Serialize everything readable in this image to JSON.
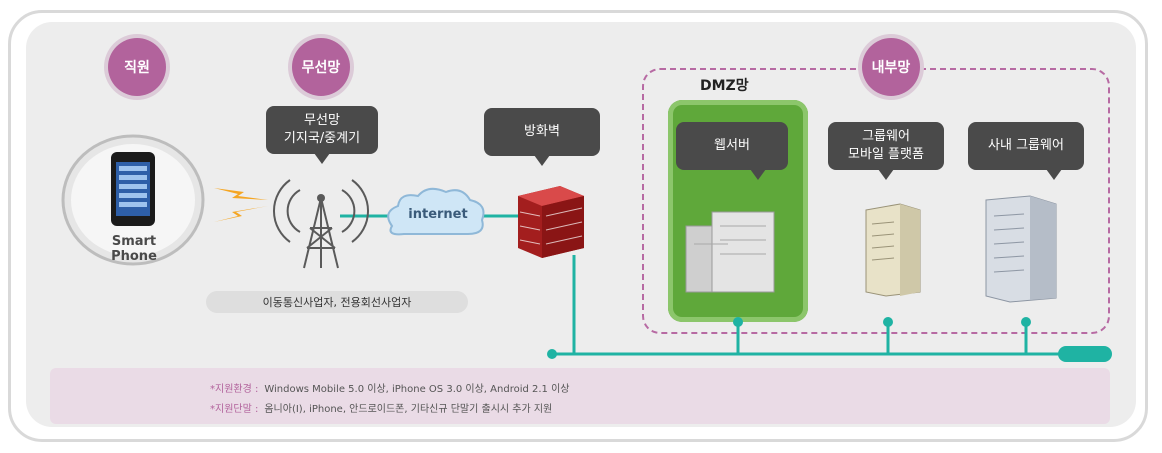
{
  "labels": {
    "employee": "직원",
    "wireless": "무선망",
    "internal": "내부망",
    "dmz": "DMZ망",
    "smartphone": "Smart Phone",
    "internet": "internet",
    "isp": "이동통신사업자, 전용회선사업자"
  },
  "bubbles": {
    "wireless_base_line1": "무선망",
    "wireless_base_line2": "기지국/중계기",
    "firewall": "방화벽",
    "webserver": "웹서버",
    "groupware_mobile_line1": "그룹웨어",
    "groupware_mobile_line2": "모바일 플랫폼",
    "internal_groupware": "사내 그룹웨어"
  },
  "requirements": {
    "env_key": "*지원환경 :",
    "env_value": "Windows Mobile 5.0 이상, iPhone OS 3.0 이상, Android 2.1 이상",
    "devices_key": "*지원단말 :",
    "devices_value": "옴니아(I), iPhone, 안드로이드폰, 기타신규 단말기 출시시 추가 지원"
  },
  "colors": {
    "purple": "#b2639c",
    "teal": "#1fb3a3",
    "bubble": "#4a4a4a",
    "green": "#5fa83a"
  }
}
